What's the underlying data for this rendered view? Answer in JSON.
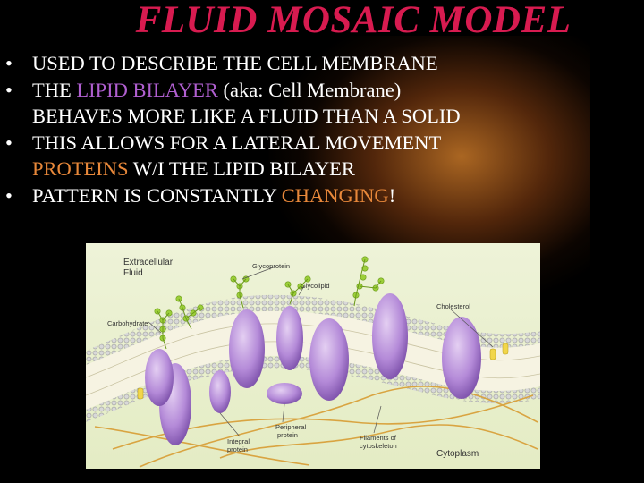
{
  "slide": {
    "title": "FLUID MOSAIC MODEL",
    "bullet_symbol": "•",
    "bullets": {
      "b1": {
        "text": "USED TO DESCRIBE THE CELL MEMBRANE"
      },
      "b2": {
        "part1": "THE ",
        "highlight": "LIPID BILAYER",
        "part2": " (aka: Cell Membrane)",
        "line2": "BEHAVES MORE LIKE A FLUID THAN A SOLID"
      },
      "b3": {
        "line1": "THIS ALLOWS FOR A LATERAL MOVEMENT",
        "highlight": "PROTEINS",
        "rest": " W/I THE LIPID BILAYER"
      },
      "b4": {
        "part1": "PATTERN IS CONSTANTLY ",
        "highlight": "CHANGING",
        "part2": "!"
      }
    }
  },
  "diagram": {
    "labels": {
      "extracellular_line1": "Extracellular",
      "extracellular_line2": "Fluid",
      "glycoprotein": "Glycoprotein",
      "glycolipid": "Glycolipid",
      "carbohydrate": "Carbohydrate",
      "cholesterol": "Cholesterol",
      "peripheral_line1": "Peripheral",
      "peripheral_line2": "protein",
      "integral_line1": "Integral",
      "integral_line2": "protein",
      "filaments_line1": "Filaments of",
      "filaments_line2": "cytoskeleton",
      "cytoplasm": "Cytoplasm"
    }
  },
  "colors": {
    "background": "#000000",
    "title": "#d81b50",
    "highlight_lipid": "#b05fd0",
    "highlight_orange": "#e8883a",
    "text": "#ffffff"
  }
}
